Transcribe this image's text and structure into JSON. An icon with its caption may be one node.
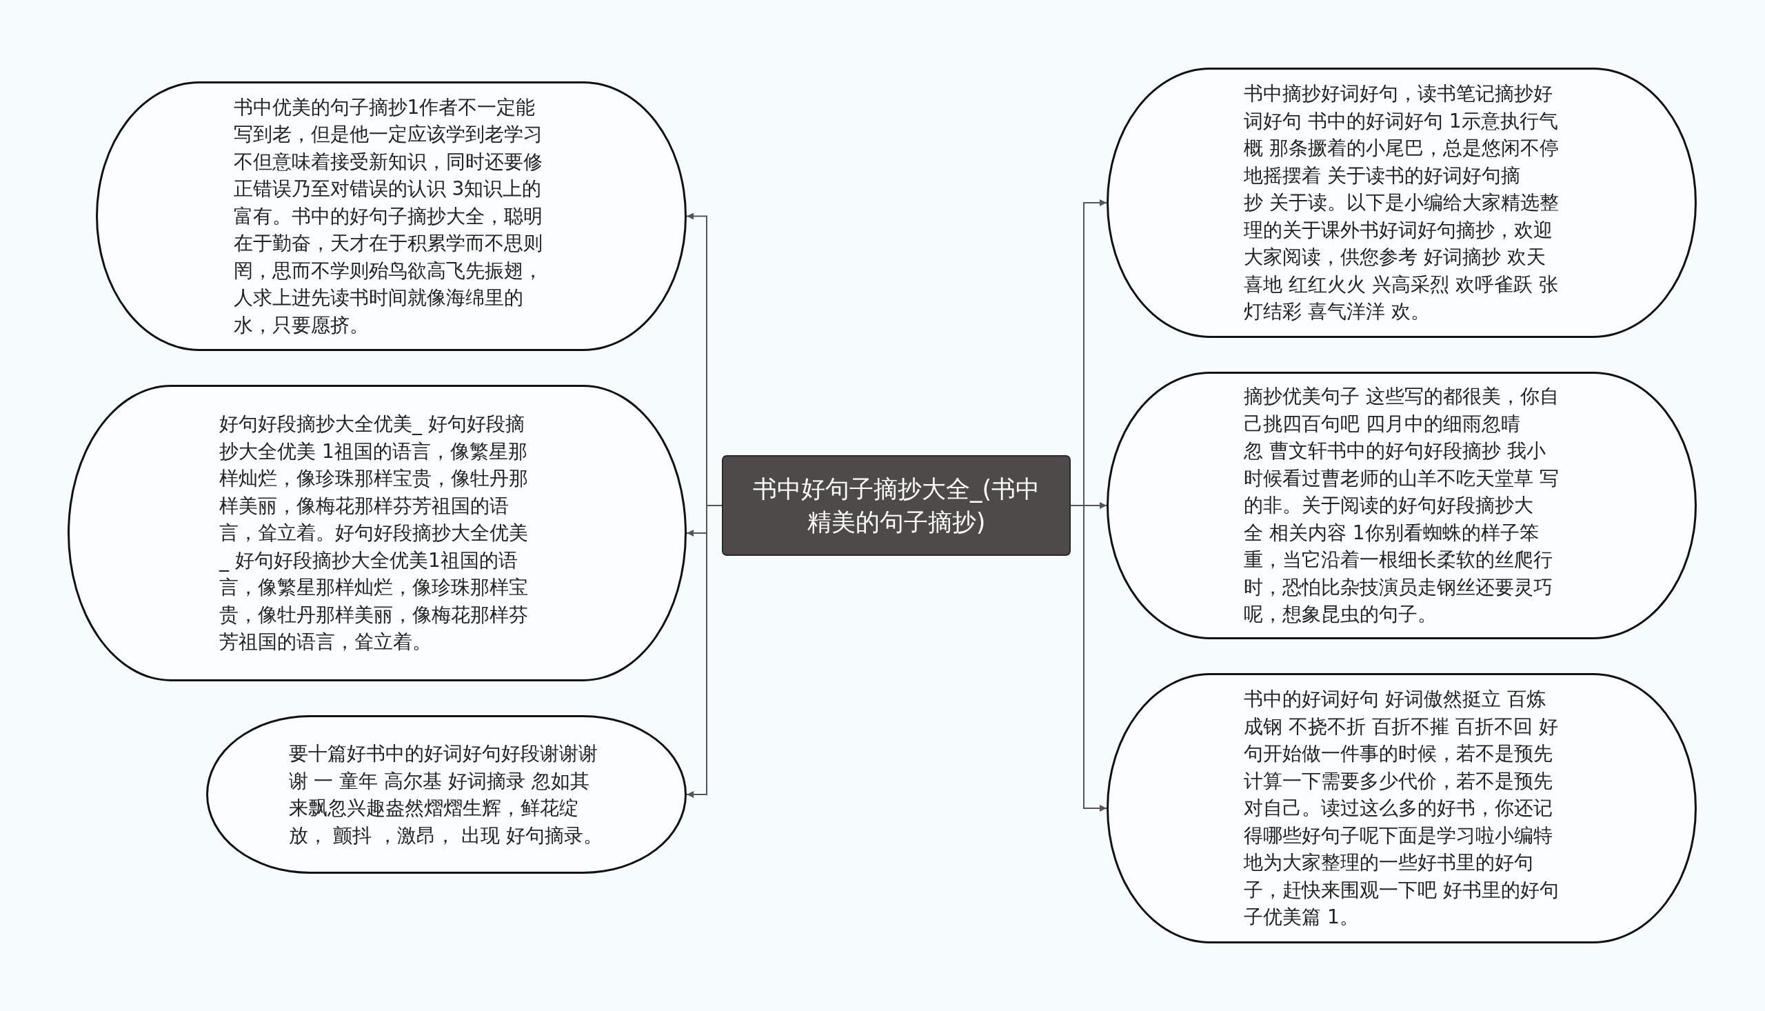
{
  "diagram": {
    "nodes": [
      {
        "text": [
          "书中好句子摘抄大全_(书中精美的句子摘抄)"
        ]
      },
      {
        "text": [
          "书中优美的句子摘抄1作者不一定能写到老，但是他一定应该学到老学习不但意味着接受新知识，同时还要修正错误乃至对错误的认识 3知识上的富有。书中的好句子摘抄大全，聪明在于勤奋，天才在于积累学而不思则罔，思而不学则殆鸟欲高飞先振翅，人求上进先读书时间就像海绵里的水，只要愿挤。"
        ]
      },
      {
        "text": [
          "好句好段摘抄大全优美_ 好句好段摘抄大全优美 1祖国的语言，像繁星那样灿烂，像珍珠那样宝贵，像牡丹那样美丽，像梅花那样芬芳祖国的语言，耸立着。好句好段摘抄大全优美_ 好句好段摘抄大全优美1祖国的语言，像繁星那样灿烂，像珍珠那样宝贵，像牡丹那样美丽，像梅花那样芬芳祖国的语言，耸立着。"
        ]
      },
      {
        "text": [
          "要十篇好书中的好词好句好段谢谢谢谢 一 童年 高尔基 好词摘录 忽如其来飘忽兴趣盎然熠熠生辉，鲜花绽放， 颤抖 ，激昂， 出现 好句摘录。"
        ]
      },
      {
        "text": [
          "书中摘抄好词好句，读书笔记摘抄好词好句 书中的好词好句 1示意执行气概 那条撅着的小尾巴，总是悠闲不停地摇摆着 关于读书的好词好句摘抄 关于读。以下是小编给大家精选整理的关于课外书好词好句摘抄，欢迎大家阅读，供您参考 好词摘抄 欢天喜地 红红火火 兴高采烈 欢呼雀跃 张灯结彩 喜气洋洋 欢。"
        ]
      },
      {
        "text": [
          "摘抄优美句子 这些写的都很美，你自己挑四百句吧 四月中的细雨忽晴忽 曹文轩书中的好句好段摘抄 我小时候看过曹老师的山羊不吃天堂草 写的非。关于阅读的好句好段摘抄大全 相关内容 1你别看蜘蛛的样子笨重，当它沿着一根细长柔软的丝爬行时，恐怕比杂技演员走钢丝还要灵巧呢，想象昆虫的句子。"
        ]
      },
      {
        "text": [
          "书中的好词好句 好词傲然挺立 百炼成钢 不挠不折 百折不摧 百折不回 好句开始做一件事的时候，若不是预先计算一下需要多少代价，若不是预先对自己。读过这么多的好书，你还记得哪些好句子呢下面是学习啦小编特地为大家整理的一些好书里的好句子，赶快来围观一下吧 好书里的好句子优美篇 1。"
        ]
      }
    ],
    "edges": [
      {
        "from": 0,
        "to": 1,
        "arrow": "to"
      },
      {
        "from": 0,
        "to": 2,
        "arrow": "to"
      },
      {
        "from": 0,
        "to": 3,
        "arrow": "to"
      },
      {
        "from": 0,
        "to": 4,
        "arrow": "to"
      },
      {
        "from": 0,
        "to": 5,
        "arrow": "to"
      },
      {
        "from": 0,
        "to": 6,
        "arrow": "to"
      }
    ]
  }
}
